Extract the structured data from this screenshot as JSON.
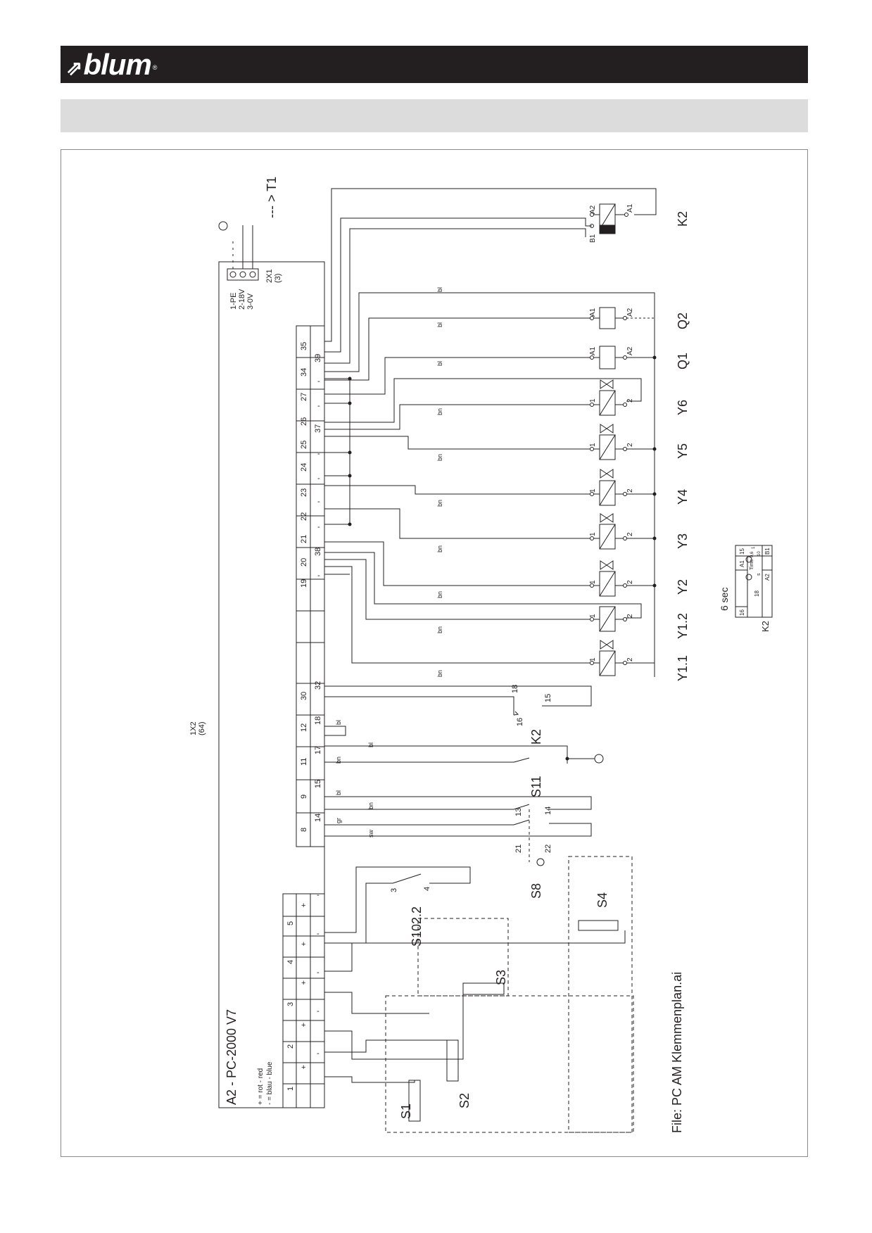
{
  "brand": {
    "name": "blum",
    "registered": "®"
  },
  "main": {
    "title": "A2 - PC-2000 V7",
    "legend_plus": "+ = rot - red",
    "legend_minus": "- = blau - blue",
    "file": "File: PC AM Klemmenplan.ai",
    "connector_1x2": {
      "name": "1X2",
      "pins": "(64)"
    },
    "connector_2x1": {
      "name": "2X1",
      "pins": "(3)"
    },
    "supply": {
      "pe": "1-PE",
      "v18": "2-18V",
      "v0": "3-0V"
    },
    "to_t1": "--- > T1",
    "term_top": [
      "19",
      "20",
      "21",
      "22",
      "23",
      "24",
      "25",
      "26",
      "27",
      "34",
      "35"
    ],
    "term_bot_39": "39",
    "term_bot_38": "38",
    "term_bot_37": "37",
    "minus": "-",
    "plus": "+",
    "lower_top": [
      "30",
      "12",
      "11",
      "9",
      "8"
    ],
    "lower_bot": [
      "32",
      "18",
      "17",
      "15",
      "14"
    ],
    "sensor_top": [
      "1",
      "2",
      "3",
      "4",
      "5"
    ],
    "wires": {
      "bl": "bl",
      "bn": "bn",
      "gr": "gr",
      "sw": "sw"
    }
  },
  "components": {
    "K2": "K2",
    "Q2": "Q2",
    "Q1": "Q1",
    "Y6": "Y6",
    "Y5": "Y5",
    "Y4": "Y4",
    "Y3": "Y3",
    "Y2": "Y2",
    "Y1_2": "Y1.2",
    "Y1_1": "Y1.1",
    "S11": "S11",
    "S8": "S8",
    "S4": "S4",
    "S3": "S3",
    "S2": "S2",
    "S1": "S1",
    "S102_2": "S102.2",
    "A1": "A1",
    "A2": "A2",
    "B1": "B1",
    "pin1": "1",
    "pin2": "2",
    "pin3": "3",
    "pin4": "4",
    "pin13": "13",
    "pin14": "14",
    "pin15": "15",
    "pin16": "16",
    "pin18": "18",
    "pin21": "21",
    "pin22": "22"
  },
  "timer": {
    "duration": "6 sec",
    "label": "K2",
    "time": "Time",
    "s": "s",
    "t1": "0,6",
    "t2": "1",
    "t3": "10",
    "p15": "15",
    "p16": "16",
    "p18": "18",
    "a1": "A1",
    "a2": "A2",
    "b1": "B1"
  }
}
